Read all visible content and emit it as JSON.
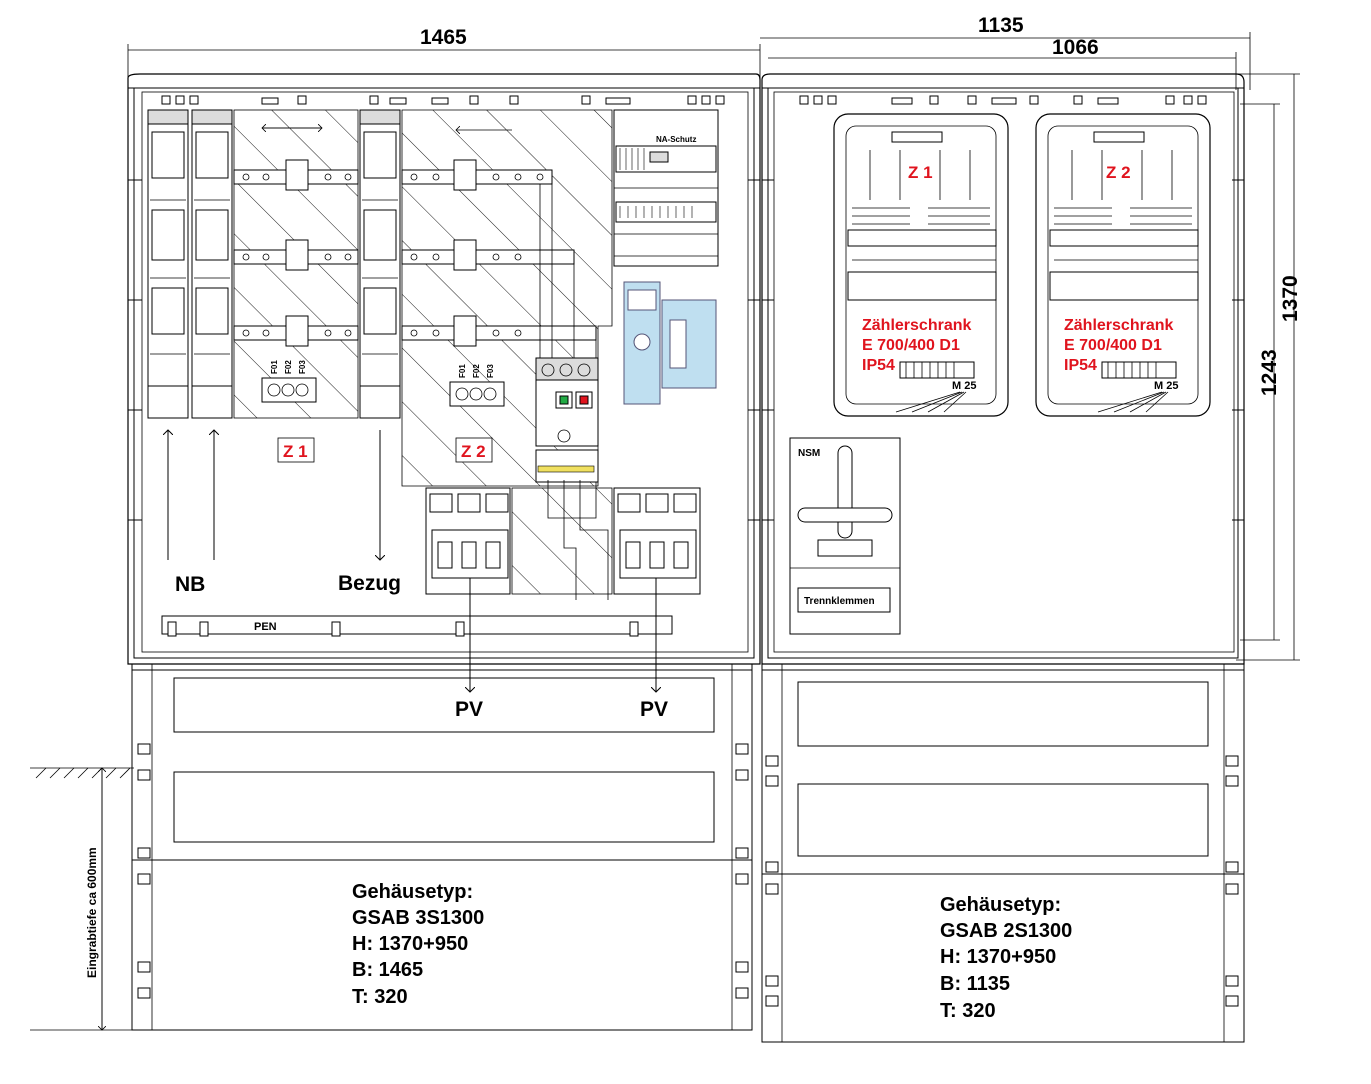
{
  "dimensions": {
    "width_left": "1465",
    "width_right_outer": "1135",
    "width_right_inner": "1066",
    "height_outer": "1370",
    "height_inner": "1243",
    "depth_label": "Eingrabtiefe ca 600mm"
  },
  "left_cabinet": {
    "zone_z1": "Z 1",
    "zone_z2": "Z 2",
    "label_nb": "NB",
    "label_bezug": "Bezug",
    "label_pen": "PEN",
    "na_schutz": "NA-Schutz",
    "fuse_labels_z1": [
      "F01",
      "F02",
      "F03"
    ],
    "fuse_labels_z2": [
      "F01",
      "F02",
      "F03"
    ],
    "pv_left": "PV",
    "pv_right": "PV",
    "housing": {
      "title": "Gehäusetyp:",
      "type": "GSAB 3S1300",
      "h": "H: 1370+950",
      "b": "B: 1465",
      "t": "T: 320"
    }
  },
  "right_cabinet": {
    "meter_z1": {
      "zone": "Z 1",
      "line1": "Zählerschrank",
      "line2": "E 700/400 D1",
      "line3": "IP54",
      "gland": "M 25"
    },
    "meter_z2": {
      "zone": "Z 2",
      "line1": "Zählerschrank",
      "line2": "E 700/400 D1",
      "line3": "IP54",
      "gland": "M 25"
    },
    "nsm": "NSM",
    "trennklemmen": "Trennklemmen",
    "housing": {
      "title": "Gehäusetyp:",
      "type": "GSAB 2S1300",
      "h": "H: 1370+950",
      "b": "B: 1135",
      "t": "T: 320"
    }
  },
  "colors": {
    "accent_red": "#e0141e",
    "module_teal": "#bfdff0"
  }
}
